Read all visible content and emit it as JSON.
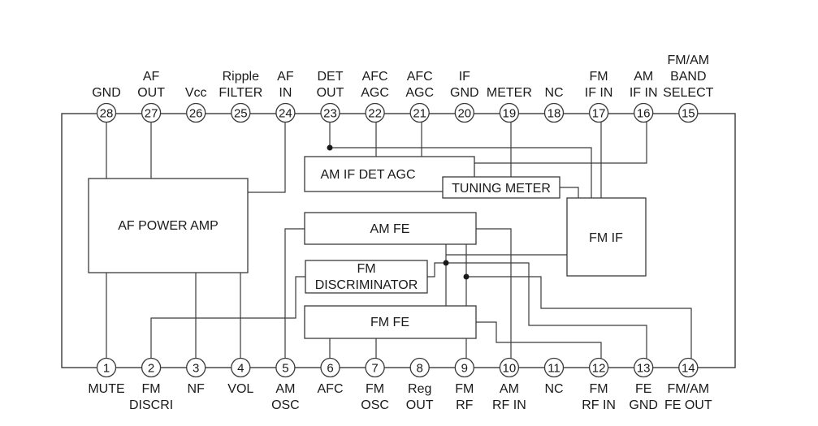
{
  "pins_top": [
    {
      "num": "28",
      "label": [
        "GND"
      ]
    },
    {
      "num": "27",
      "label": [
        "AF",
        "OUT"
      ]
    },
    {
      "num": "26",
      "label": [
        "Vcc"
      ]
    },
    {
      "num": "25",
      "label": [
        "Ripple",
        "FILTER"
      ]
    },
    {
      "num": "24",
      "label": [
        "AF",
        "IN"
      ]
    },
    {
      "num": "23",
      "label": [
        "DET",
        "OUT"
      ]
    },
    {
      "num": "22",
      "label": [
        "AFC",
        "AGC"
      ]
    },
    {
      "num": "21",
      "label": [
        "AFC",
        "AGC"
      ]
    },
    {
      "num": "20",
      "label": [
        "IF",
        "GND"
      ]
    },
    {
      "num": "19",
      "label": [
        "METER"
      ]
    },
    {
      "num": "18",
      "label": [
        "NC"
      ]
    },
    {
      "num": "17",
      "label": [
        "FM",
        "IF IN"
      ]
    },
    {
      "num": "16",
      "label": [
        "AM",
        "IF IN"
      ]
    },
    {
      "num": "15",
      "label": [
        "FM/AM",
        "BAND",
        "SELECT"
      ]
    }
  ],
  "pins_bottom": [
    {
      "num": "1",
      "label": [
        "MUTE"
      ]
    },
    {
      "num": "2",
      "label": [
        "FM",
        "DISCRI"
      ]
    },
    {
      "num": "3",
      "label": [
        "NF"
      ]
    },
    {
      "num": "4",
      "label": [
        "VOL"
      ]
    },
    {
      "num": "5",
      "label": [
        "AM",
        "OSC"
      ]
    },
    {
      "num": "6",
      "label": [
        "AFC"
      ]
    },
    {
      "num": "7",
      "label": [
        "FM",
        "OSC"
      ]
    },
    {
      "num": "8",
      "label": [
        "Reg",
        "OUT"
      ]
    },
    {
      "num": "9",
      "label": [
        "FM",
        "RF"
      ]
    },
    {
      "num": "10",
      "label": [
        "AM",
        "RF IN"
      ]
    },
    {
      "num": "11",
      "label": [
        "NC"
      ]
    },
    {
      "num": "12",
      "label": [
        "FM",
        "RF IN"
      ]
    },
    {
      "num": "13",
      "label": [
        "FE",
        "GND"
      ]
    },
    {
      "num": "14",
      "label": [
        "FM/AM",
        "FE OUT"
      ]
    }
  ],
  "blocks": {
    "af_power_amp": [
      "AF POWER AMP"
    ],
    "am_if_det_agc": [
      "AM IF DET AGC"
    ],
    "tuning_meter": [
      "TUNING METER"
    ],
    "am_fe": [
      "AM FE"
    ],
    "fm_if": [
      "FM IF"
    ],
    "fm_discriminator": [
      "FM",
      "DISCRIMINATOR"
    ],
    "fm_fe": [
      "FM FE"
    ]
  }
}
